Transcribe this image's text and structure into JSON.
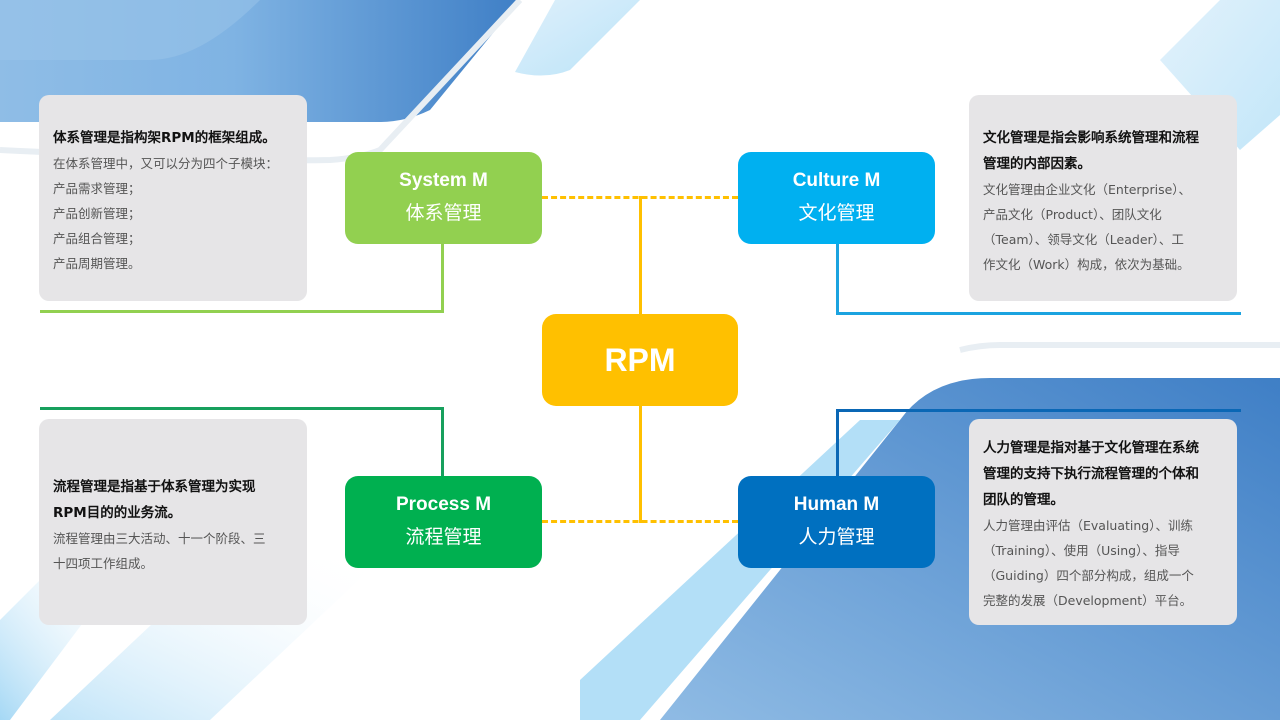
{
  "center": {
    "label": "RPM",
    "color": "#ffc000"
  },
  "nodes": {
    "system": {
      "en": "System M",
      "zh": "体系管理",
      "color": "#92d050"
    },
    "culture": {
      "en": "Culture M",
      "zh": "文化管理",
      "color": "#00b0f0"
    },
    "process": {
      "en": "Process M",
      "zh": "流程管理",
      "color": "#00b050"
    },
    "human": {
      "en": "Human M",
      "zh": "人力管理",
      "color": "#0070c0"
    }
  },
  "cards": {
    "system": {
      "lead": "体系管理是指构架RPM的框架组成。",
      "lines": [
        "在体系管理中，又可以分为四个子模块：",
        "产品需求管理；",
        "产品创新管理；",
        "产品组合管理；",
        "产品周期管理。"
      ]
    },
    "culture": {
      "lead": [
        "文化管理是指会影响系统管理和流程",
        "管理的内部因素。"
      ],
      "lines": [
        "文化管理由企业文化（Enterprise）、",
        "产品文化（Product）、团队文化",
        "（Team）、领导文化（Leader）、工",
        "作文化（Work）构成，依次为基础。"
      ]
    },
    "process": {
      "lead": [
        "流程管理是指基于体系管理为实现",
        "RPM目的的业务流。"
      ],
      "lines": [
        "流程管理由三大活动、十一个阶段、三",
        "十四项工作组成。"
      ]
    },
    "human": {
      "lead": [
        "人力管理是指对基于文化管理在系统",
        "管理的支持下执行流程管理的个体和",
        "团队的管理。"
      ],
      "lines": [
        "人力管理由评估（Evaluating）、训练",
        "（Training）、使用（Using）、指导",
        "（Guiding）四个部分构成，组成一个",
        "完整的发展（Development）平台。"
      ]
    }
  },
  "connector_color": "#ffc000"
}
